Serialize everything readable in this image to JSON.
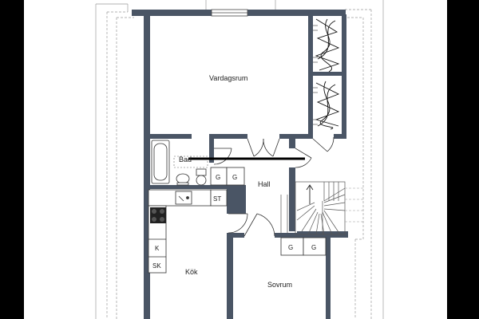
{
  "rooms": {
    "vardagsrum": "Vardagsrum",
    "bad": "Bad",
    "hall": "Hall",
    "kok": "Kök",
    "sovrum": "Sovrum"
  },
  "fixtures": {
    "wardrobe_g1": "G",
    "wardrobe_g2": "G",
    "stove": "ST",
    "cabinet_k": "K",
    "cabinet_sk": "SK",
    "wardrobe_g3": "G",
    "wardrobe_g4": "G"
  },
  "colors": {
    "wall": "#4a5565",
    "paper": "#ffffff",
    "background": "#000000",
    "ink": "#222222",
    "dashed": "#9a9a9a"
  }
}
